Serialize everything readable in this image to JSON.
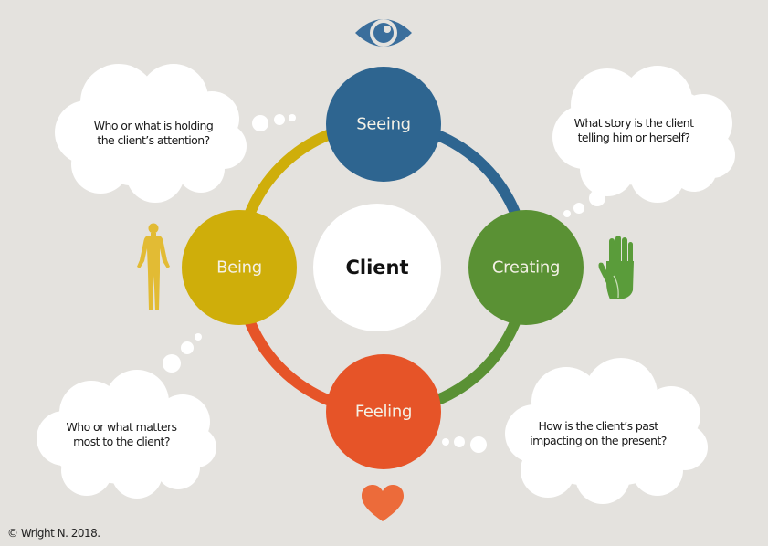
{
  "diagram": {
    "center": {
      "label": "Client",
      "color": "#ffffff"
    },
    "nodes": [
      {
        "id": "seeing",
        "label": "Seeing",
        "color": "#2e6590",
        "icon": "eye-icon"
      },
      {
        "id": "creating",
        "label": "Creating",
        "color": "#5a9134",
        "icon": "hand-icon"
      },
      {
        "id": "feeling",
        "label": "Feeling",
        "color": "#e65428",
        "icon": "heart-icon"
      },
      {
        "id": "being",
        "label": "Being",
        "color": "#cfae0a",
        "icon": "human-figure-icon"
      }
    ],
    "thoughts": [
      {
        "id": "seeing",
        "lines": [
          "Who or what is holding",
          "the client’s attention?"
        ]
      },
      {
        "id": "creating",
        "lines": [
          "What story is the client",
          "telling him or herself?"
        ]
      },
      {
        "id": "being",
        "lines": [
          "Who or what matters",
          "most to the client?"
        ]
      },
      {
        "id": "feeling",
        "lines": [
          "How is the client’s past",
          "impacting on the present?"
        ]
      }
    ]
  },
  "footer": {
    "copyright": "© Wright N. 2018."
  }
}
